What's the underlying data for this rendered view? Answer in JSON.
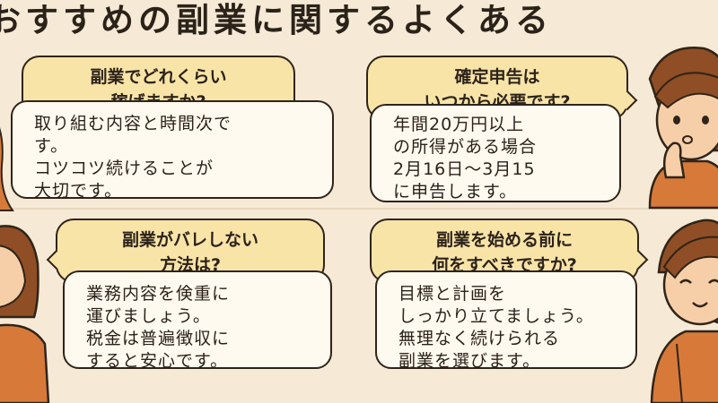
{
  "title": "おすすめの副業に関するよくある",
  "faq": [
    {
      "question": [
        "副業でどれくらい",
        "稼げますか?"
      ],
      "answer": [
        "取り組む内容と時間次で",
        "す。",
        "コツコツ続けることが",
        "大切です。"
      ]
    },
    {
      "question": [
        "確定申告は",
        "いつから必要です?"
      ],
      "answer": [
        "年間20万円以上",
        "の所得がある場合",
        "2月16日〜3月15",
        "に申告します。"
      ]
    },
    {
      "question": [
        "副業がバレしない",
        "方法は?"
      ],
      "answer": [
        "業務内容を倹重に",
        "運びましょう。",
        "税金は普遍徴収に",
        "すると安心です。"
      ]
    },
    {
      "question": [
        "副業を始める前に",
        "何をすべきですか?"
      ],
      "answer": [
        "目標と計画を",
        "しっかり立てましょう。",
        "無理なく続けられる",
        "副業を選びます。"
      ]
    }
  ],
  "colors": {
    "background": "#f6ead6",
    "question_bubble": "#f9e4a8",
    "answer_box": "#fffaf0",
    "outline": "#2f2418",
    "hair": "#8f4e25",
    "skin": "#f6cfa8",
    "shirt": "#d77a39"
  }
}
